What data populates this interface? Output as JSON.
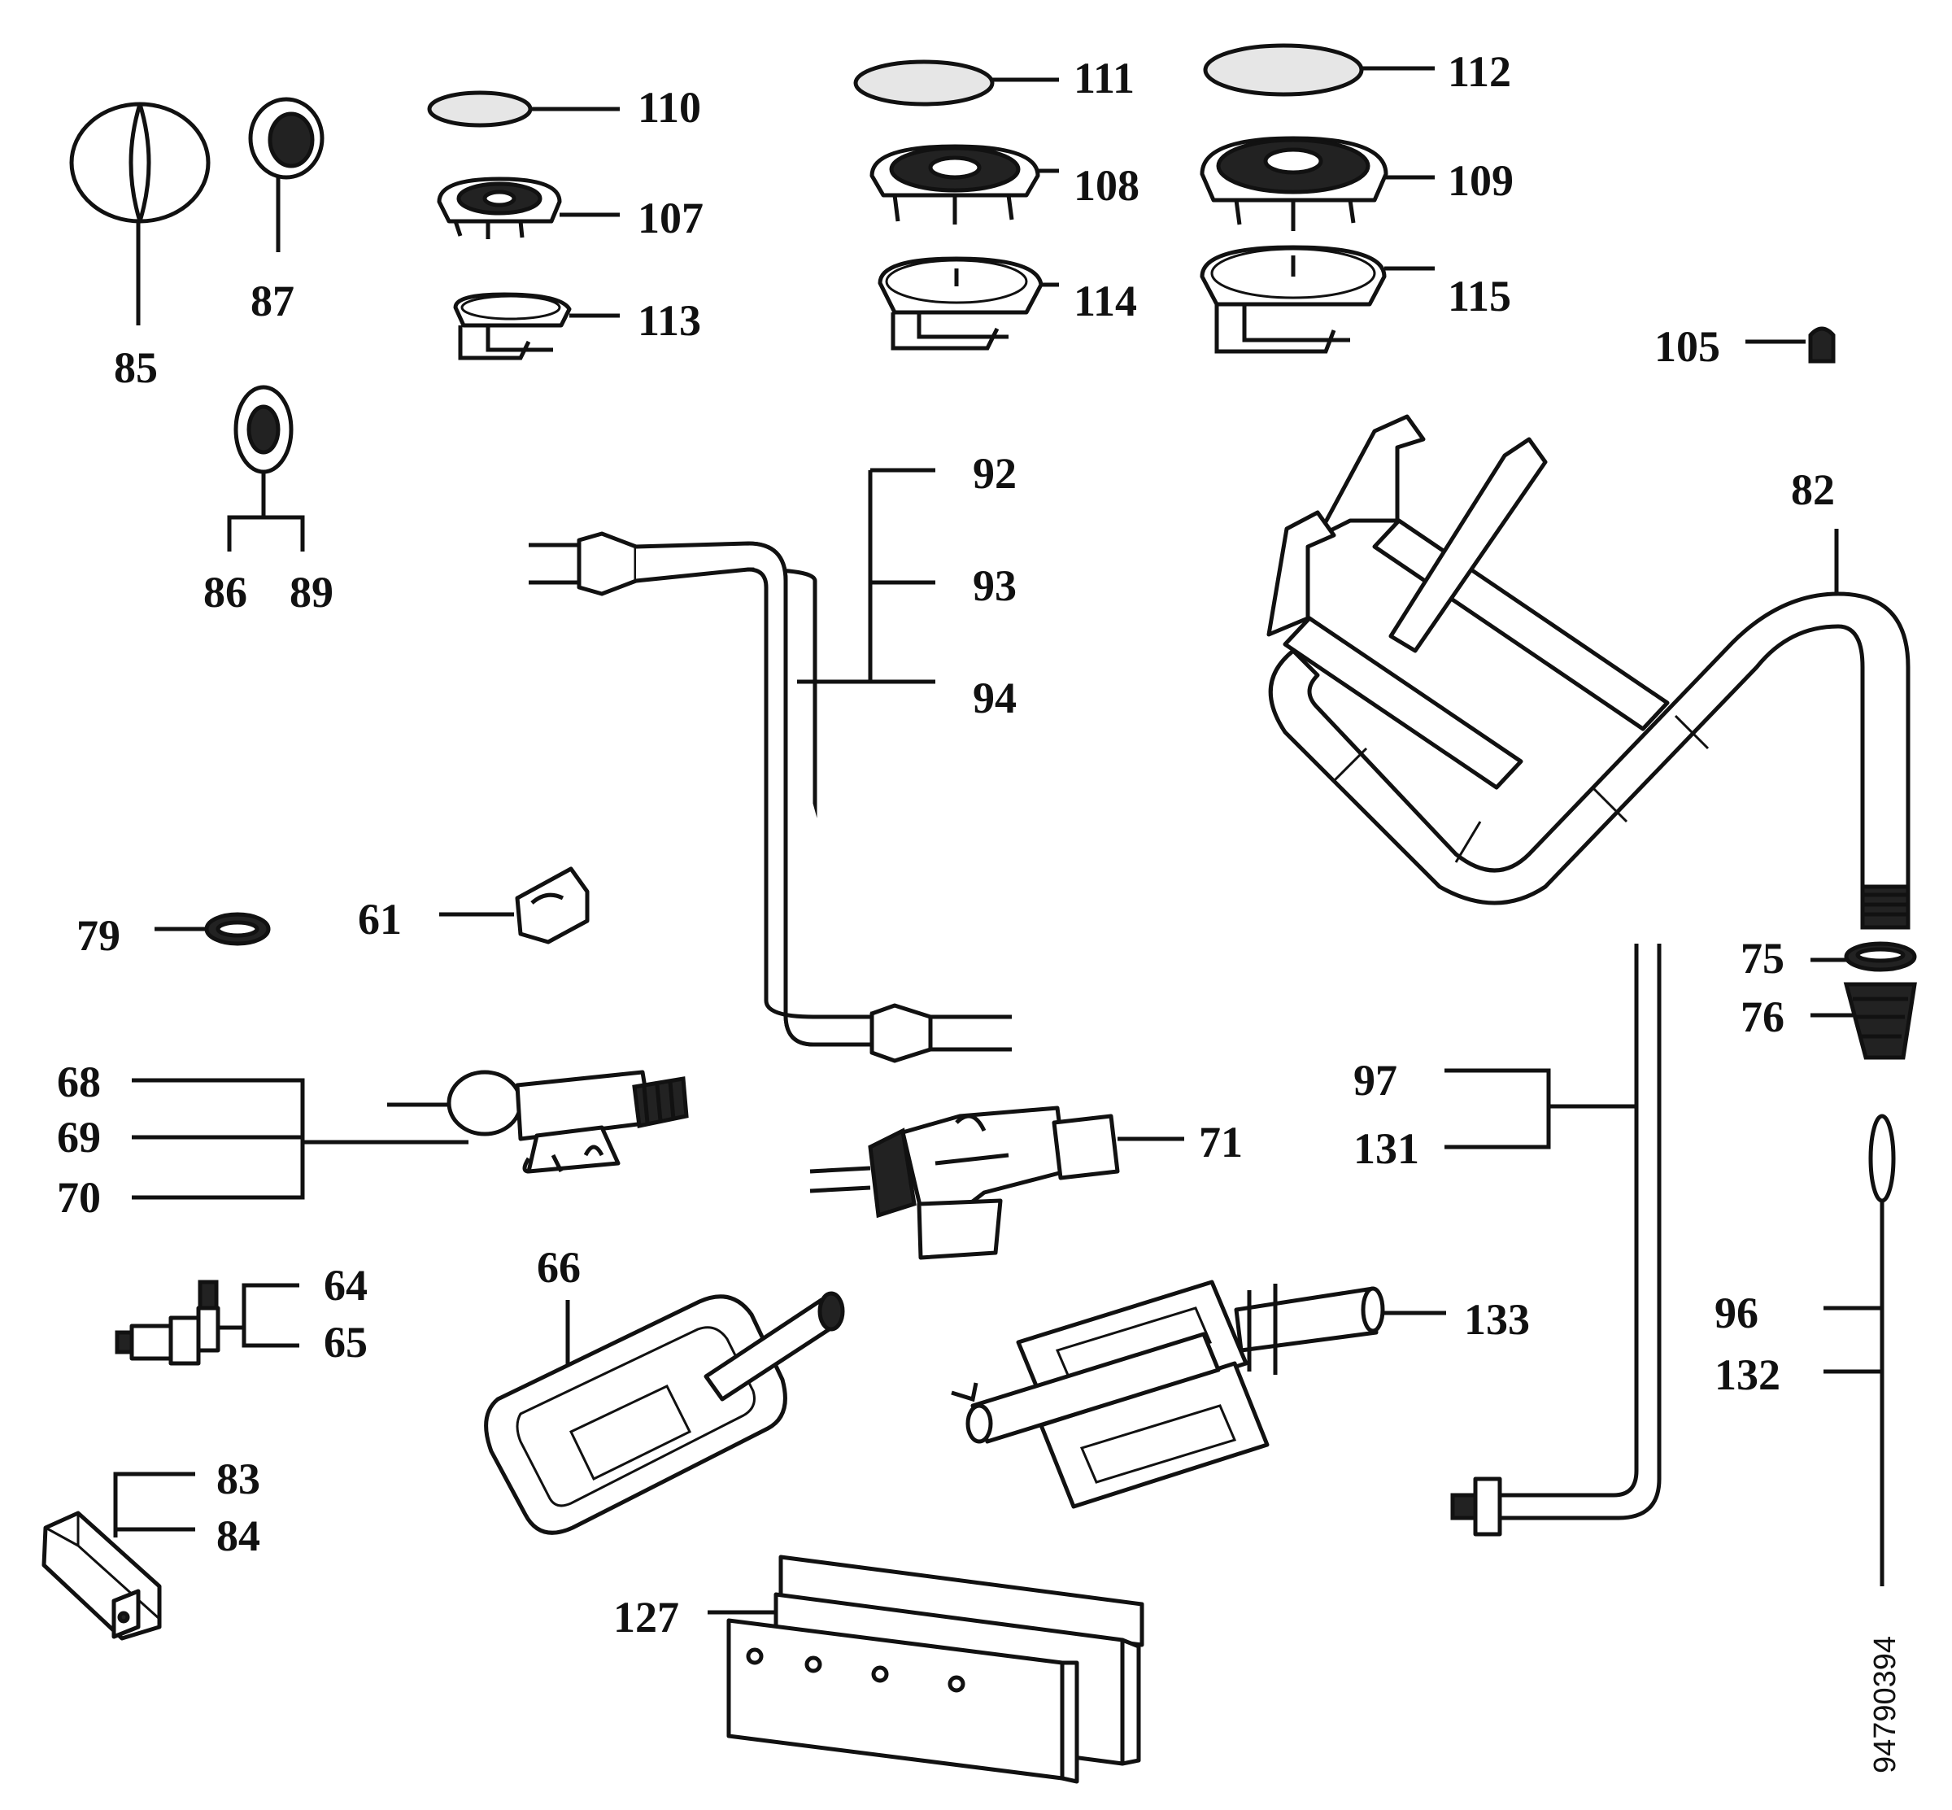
{
  "labels": {
    "p85": "85",
    "p87": "87",
    "p110": "110",
    "p107": "107",
    "p113": "113",
    "p111": "111",
    "p108": "108",
    "p114": "114",
    "p112": "112",
    "p109": "109",
    "p115": "115",
    "p105": "105",
    "p86": "86",
    "p89": "89",
    "p92": "92",
    "p93": "93",
    "p94": "94",
    "p82": "82",
    "p79": "79",
    "p61": "61",
    "p75": "75",
    "p76": "76",
    "p68": "68",
    "p69": "69",
    "p70": "70",
    "p71": "71",
    "p97": "97",
    "p131": "131",
    "p64": "64",
    "p65": "65",
    "p66": "66",
    "p133": "133",
    "p96": "96",
    "p132": "132",
    "p83": "83",
    "p84": "84",
    "p127": "127"
  },
  "document_number": "94790394"
}
